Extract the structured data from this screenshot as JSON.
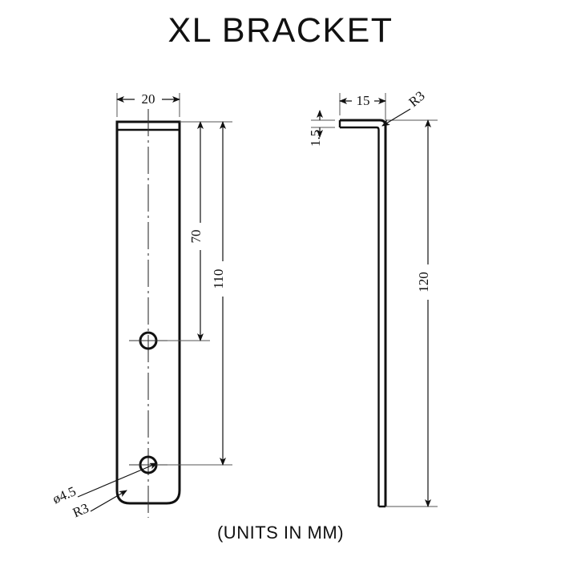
{
  "title": "XL BRACKET",
  "caption": "(UNITS IN MM)",
  "colors": {
    "line": "#111111",
    "thin_line": "#555555",
    "background": "#ffffff"
  },
  "views": {
    "front": {
      "name": "front-view",
      "dimensions": {
        "width": "20",
        "hole_top_from_top": "70",
        "hole_bottom_from_top": "110",
        "hole_diameter": "ø4.5",
        "corner_radius": "R3"
      }
    },
    "side": {
      "name": "side-view",
      "dimensions": {
        "flange_length": "15",
        "thickness": "1.5",
        "overall_height": "120",
        "bend_radius": "R3"
      }
    }
  },
  "chart_data": {
    "type": "table",
    "title": "XL BRACKET",
    "units": "mm",
    "labels": [
      "20",
      "70",
      "110",
      "ø4.5",
      "R3",
      "15",
      "1.5",
      "120",
      "R3"
    ],
    "values": [
      20,
      70,
      110,
      4.5,
      3,
      15,
      1.5,
      120,
      3
    ]
  }
}
